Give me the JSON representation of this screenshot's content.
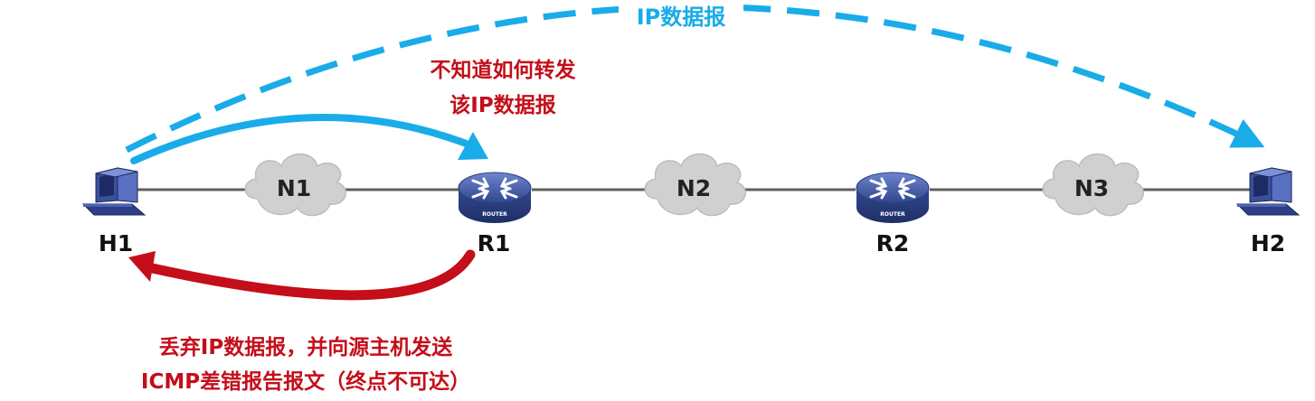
{
  "nodes": {
    "h1": "H1",
    "r1": "R1",
    "r2": "R2",
    "h2": "H2"
  },
  "networks": {
    "n1": "N1",
    "n2": "N2",
    "n3": "N3"
  },
  "router_badge": "ROUTER",
  "annotations": {
    "datagram": "IP数据报",
    "unknown_forward_line1": "不知道如何转发",
    "unknown_forward_line2": "该IP数据报",
    "discard_line1": "丢弃IP数据报，并向源主机发送",
    "discard_line2": "ICMP差错报告报文（终点不可达）"
  },
  "colors": {
    "blue_arrow": "#19ACE8",
    "red_arrow": "#C40E1A",
    "link_line": "#5F5F5F",
    "cloud_fill": "#D0D0D0",
    "router_body": "#3E57A6",
    "host_body": "#3A4F9E"
  },
  "icons": {
    "host": "computer-host-icon",
    "router": "router-icon",
    "network": "cloud-icon"
  }
}
